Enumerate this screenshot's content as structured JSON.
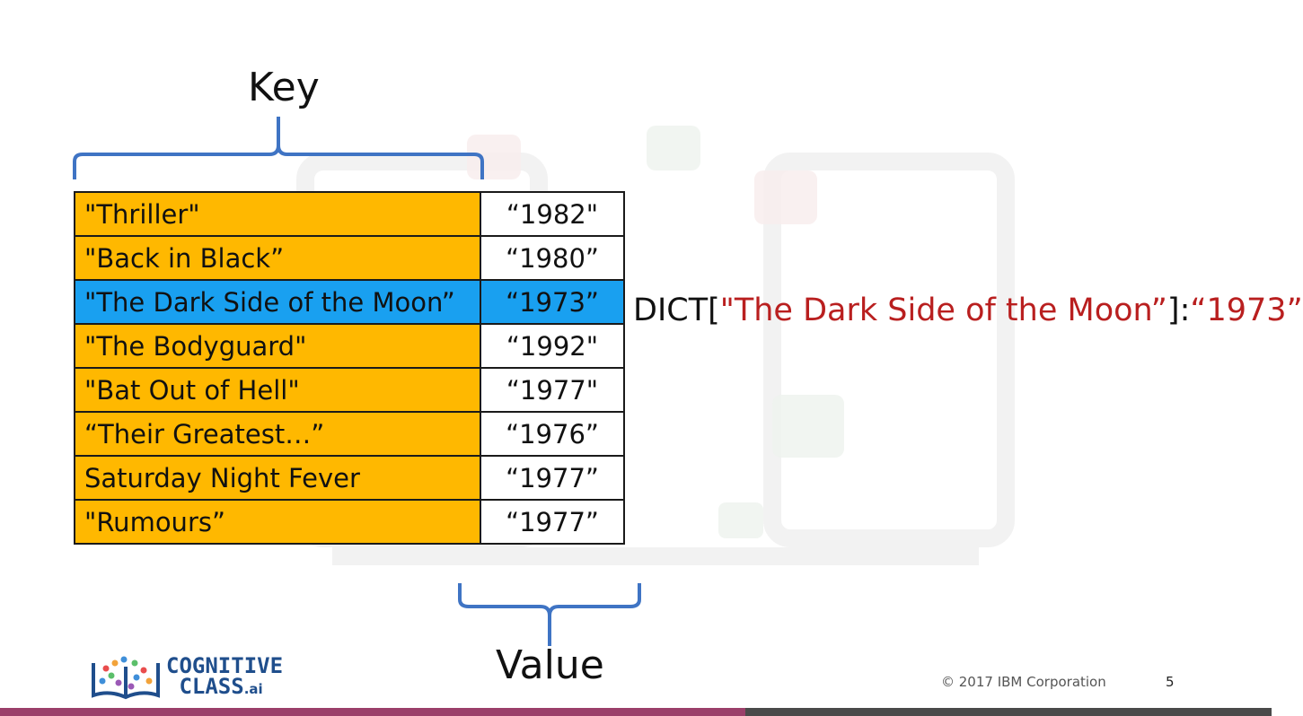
{
  "slide": {
    "key_label": "Key",
    "value_label": "Value",
    "rows": [
      {
        "key": "\"Thriller\"",
        "value": "“1982\""
      },
      {
        "key": "\"Back in Black”",
        "value": "“1980”"
      },
      {
        "key": "\"The Dark Side of the Moon”",
        "value": "“1973”"
      },
      {
        "key": "\"The Bodyguard\"",
        "value": "“1992\""
      },
      {
        "key": "\"Bat Out of Hell\"",
        "value": "“1977\""
      },
      {
        "key": "“Their Greatest…”",
        "value": "“1976”"
      },
      {
        "key": "Saturday Night Fever",
        "value": "“1977”"
      },
      {
        "key": "\"Rumours”",
        "value": "“1977”"
      }
    ],
    "highlighted_row_index": 2,
    "expression": {
      "prefix": "DICT[",
      "key": "\"The Dark Side of the Moon”",
      "middle": "]:",
      "value": "“1973”"
    }
  },
  "footer": {
    "logo_line1": "COGNITIVE",
    "logo_line2": "CLASS",
    "logo_suffix": ".ai",
    "copyright": "© 2017 IBM Corporation",
    "page_number": "5"
  },
  "colors": {
    "key_cell": "#ffb800",
    "highlight": "#19a0f0",
    "bracket": "#3f74c4",
    "expression_red": "#b91f1f",
    "bar_left": "#9b3f6a",
    "bar_right": "#4a4a4a"
  }
}
